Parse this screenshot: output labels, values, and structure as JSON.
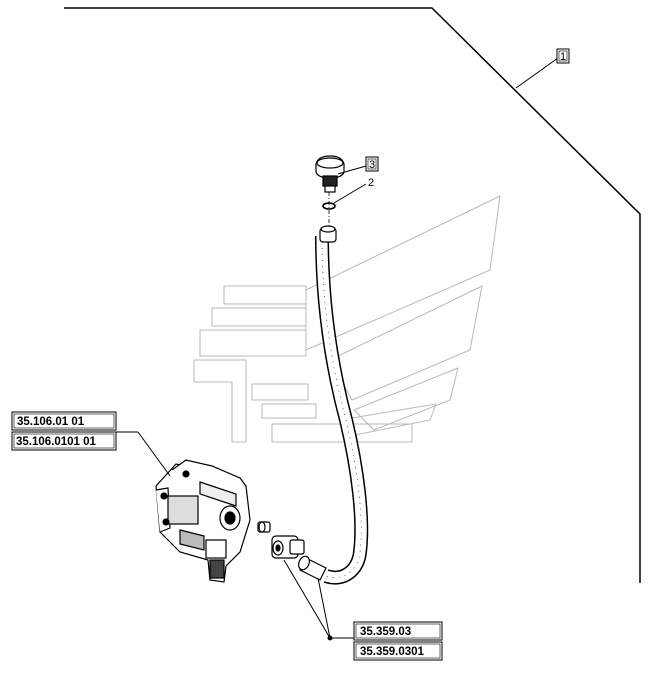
{
  "callouts": {
    "item_1": "1",
    "item_2": "2",
    "item_3": "3"
  },
  "references": {
    "pump_ref_1": "35.106.01 01",
    "pump_ref_2": "35.106.0101 01",
    "fitting_ref_1": "35.359.03",
    "fitting_ref_2": "35.359.0301"
  },
  "colors": {
    "line": "#000000",
    "watermark": "#b8b8b8"
  }
}
